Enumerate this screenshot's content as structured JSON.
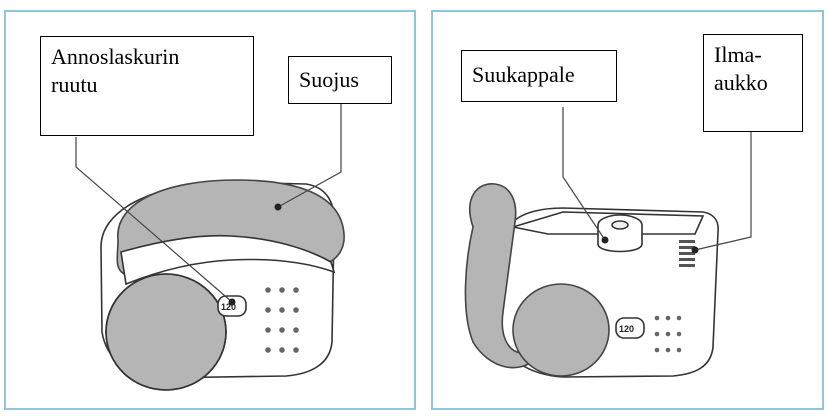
{
  "left_panel": {
    "labels": {
      "dose_counter_line1": "Annoslaskurin",
      "dose_counter_line2": "ruutu",
      "cover": "Suojus"
    },
    "counter_value": "120"
  },
  "right_panel": {
    "labels": {
      "mouthpiece": "Suukappale",
      "air_vent_line1": "Ilma-",
      "air_vent_line2": "aukko"
    },
    "counter_value": "120"
  },
  "colors": {
    "panel_border": "#8fc6dc",
    "device_grey": "#b5b5b5",
    "outline": "#333333"
  }
}
